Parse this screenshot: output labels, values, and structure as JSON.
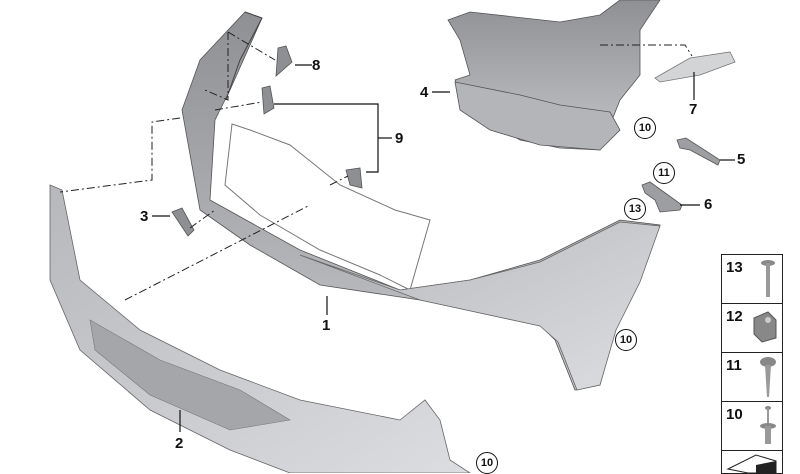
{
  "diagram": {
    "title": "Front bumper trim panel assembly exploded parts diagram",
    "parts": [
      {
        "id": "1",
        "label": "1",
        "name": "Front bumper trim panel"
      },
      {
        "id": "2",
        "label": "2",
        "name": "Lower bumper trim / spoiler"
      },
      {
        "id": "3",
        "label": "3",
        "name": "Bracket"
      },
      {
        "id": "4",
        "label": "4",
        "name": "Bumper support / carrier"
      },
      {
        "id": "5",
        "label": "5",
        "name": "Side guide bracket"
      },
      {
        "id": "6",
        "label": "6",
        "name": "Guide bracket"
      },
      {
        "id": "7",
        "label": "7",
        "name": "Cover panel"
      },
      {
        "id": "8",
        "label": "8",
        "name": "Clip holder"
      },
      {
        "id": "9",
        "label": "9",
        "name": "Clip holders"
      }
    ],
    "callouts": [
      {
        "label": "10",
        "position": "bumper-carrier"
      },
      {
        "label": "11",
        "position": "bracket-5"
      },
      {
        "label": "13",
        "position": "bracket-6"
      },
      {
        "label": "10",
        "position": "bumper-wheel-arch"
      },
      {
        "label": "10",
        "position": "lower-trim"
      }
    ],
    "legend": [
      {
        "number": "13",
        "item": "screw-with-washer"
      },
      {
        "number": "12",
        "item": "speed-nut-clip"
      },
      {
        "number": "11",
        "item": "self-tapping-screw"
      },
      {
        "number": "10",
        "item": "expanding-rivet"
      },
      {
        "number": "",
        "item": "arrow-symbol"
      }
    ],
    "colors": {
      "part_fill": "#c9cacc",
      "part_shade": "#9a9b9e",
      "line": "#111111",
      "background": "#ffffff"
    }
  }
}
